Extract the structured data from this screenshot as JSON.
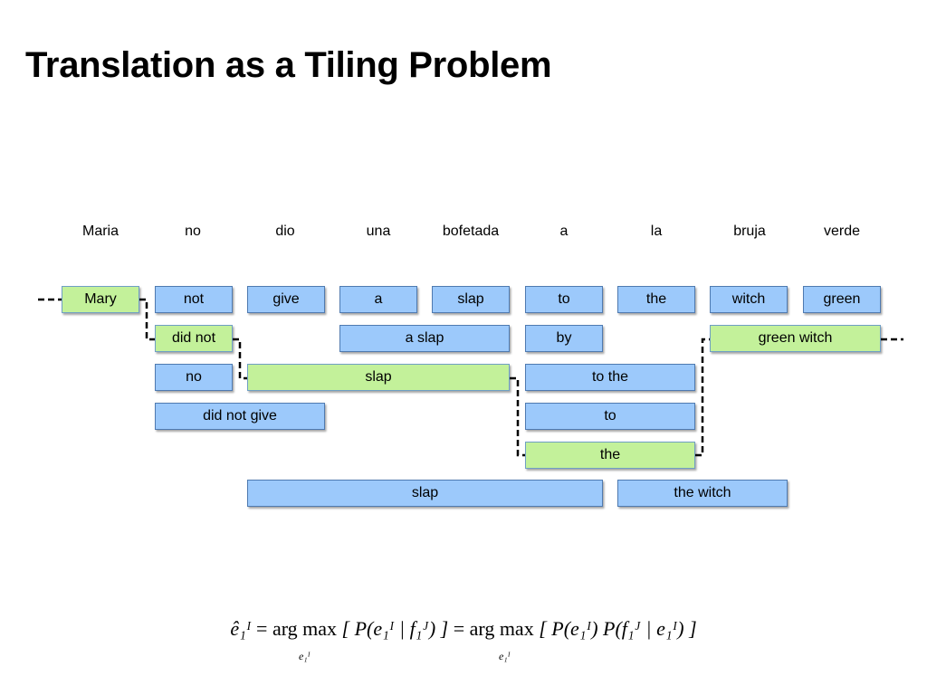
{
  "title": "Translation as a Tiling Problem",
  "source_words": [
    "Maria",
    "no",
    "dio",
    "una",
    "bofetada",
    "a",
    "la",
    "bruja",
    "verde"
  ],
  "tiles": {
    "row1": [
      "Mary",
      "not",
      "give",
      "a",
      "slap",
      "to",
      "the",
      "witch",
      "green"
    ],
    "row2": [
      "did not",
      "a slap",
      "by",
      "green witch"
    ],
    "row3": [
      "no",
      "slap",
      "to the"
    ],
    "row4": [
      "did not give",
      "to"
    ],
    "row5": [
      "the"
    ],
    "row6": [
      "slap",
      "the witch"
    ]
  },
  "formula": {
    "lhs": "ê₁ᴵ",
    "eq": "=",
    "argmax1": "arg max",
    "term1": "[ P(e₁ᴵ | f₁ᴶ) ]",
    "eq2": "=",
    "argmax2": "arg max",
    "term2": "[ P(e₁ᴵ) P(f₁ᴶ | e₁ᴵ) ]",
    "sub1": "e₁ᴵ",
    "sub2": "e₁ᴵ"
  },
  "colors": {
    "tile_blue": "#9cc9fb",
    "tile_green": "#c3f19a",
    "tile_border": "#4f7ab0"
  }
}
